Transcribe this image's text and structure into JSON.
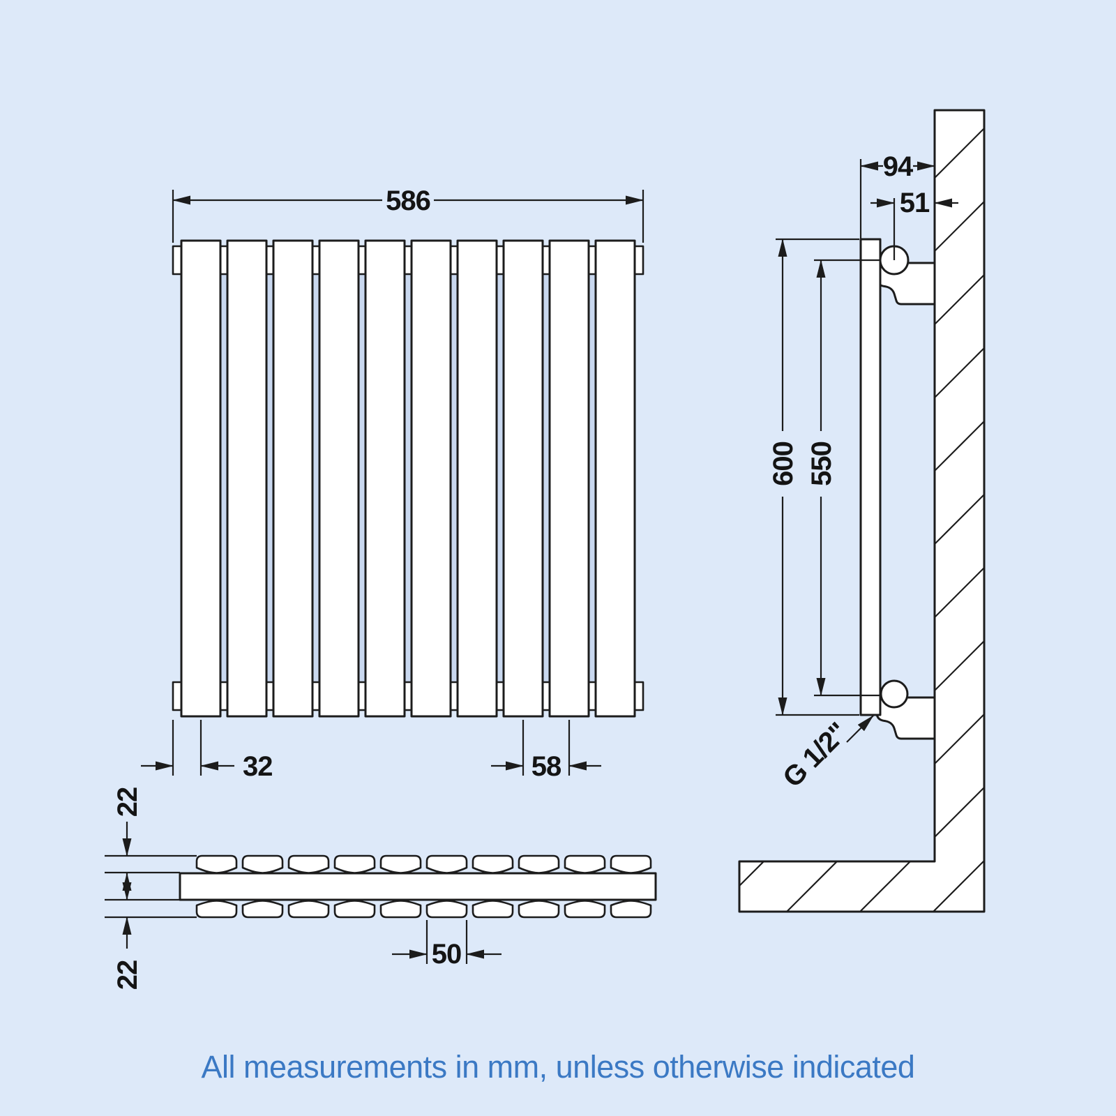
{
  "colors": {
    "background": "#dde9f9",
    "line": "#1c1c1c",
    "caption_text": "#3b79c4",
    "panel_fill": "#ffffff",
    "panel_gap_shade": "#c9d8ef"
  },
  "caption": "All measurements in mm, unless otherwise indicated",
  "front_view": {
    "panel_count": 10,
    "overall_width_mm": "586",
    "edge_to_first_panel_center_mm": "32",
    "panel_pitch_mm": "58"
  },
  "plan_view": {
    "panel_depth_top_mm": "22",
    "panel_depth_bottom_mm": "22",
    "panel_width_mm": "50"
  },
  "side_view": {
    "depth_from_wall_mm": "94",
    "pipe_center_to_wall_mm": "51",
    "overall_height_mm": "600",
    "tapping_centres_mm": "550",
    "connection_thread": "G 1/2\""
  }
}
